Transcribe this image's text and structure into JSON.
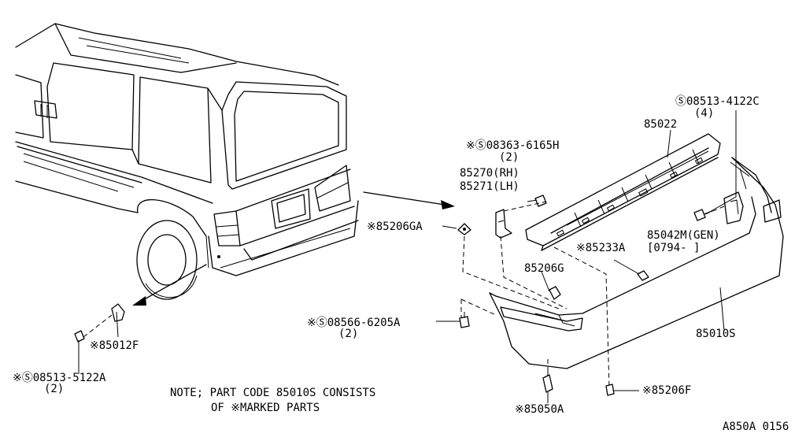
{
  "labels": {
    "p85010s": "85010S",
    "p85022": "85022",
    "p085134122c": "Ⓢ08513-4122C",
    "p085134122c_qty": "(4)",
    "p083636165h": "※Ⓢ08363-6165H",
    "p083636165h_qty": "(2)",
    "p85270": "85270(RH)",
    "p85271": "85271(LH)",
    "p85206ga": "※85206GA",
    "p85233a": "※85233A",
    "p85042m": "85042M(GEN)",
    "p85042m_range": "[0794-    ]",
    "p85206g": "85206G",
    "p085666205a": "※Ⓢ08566-6205A",
    "p085666205a_qty": "(2)",
    "p85012f": "※85012F",
    "p085135122a": "※Ⓢ08513-5122A",
    "p085135122a_qty": "(2)",
    "p85050a": "※85050A",
    "p85206f": "※85206F"
  },
  "note": {
    "line1": "NOTE; PART CODE 85010S CONSISTS",
    "line2": "OF ※MARKED PARTS"
  },
  "diagram_id": "A850A 0156"
}
